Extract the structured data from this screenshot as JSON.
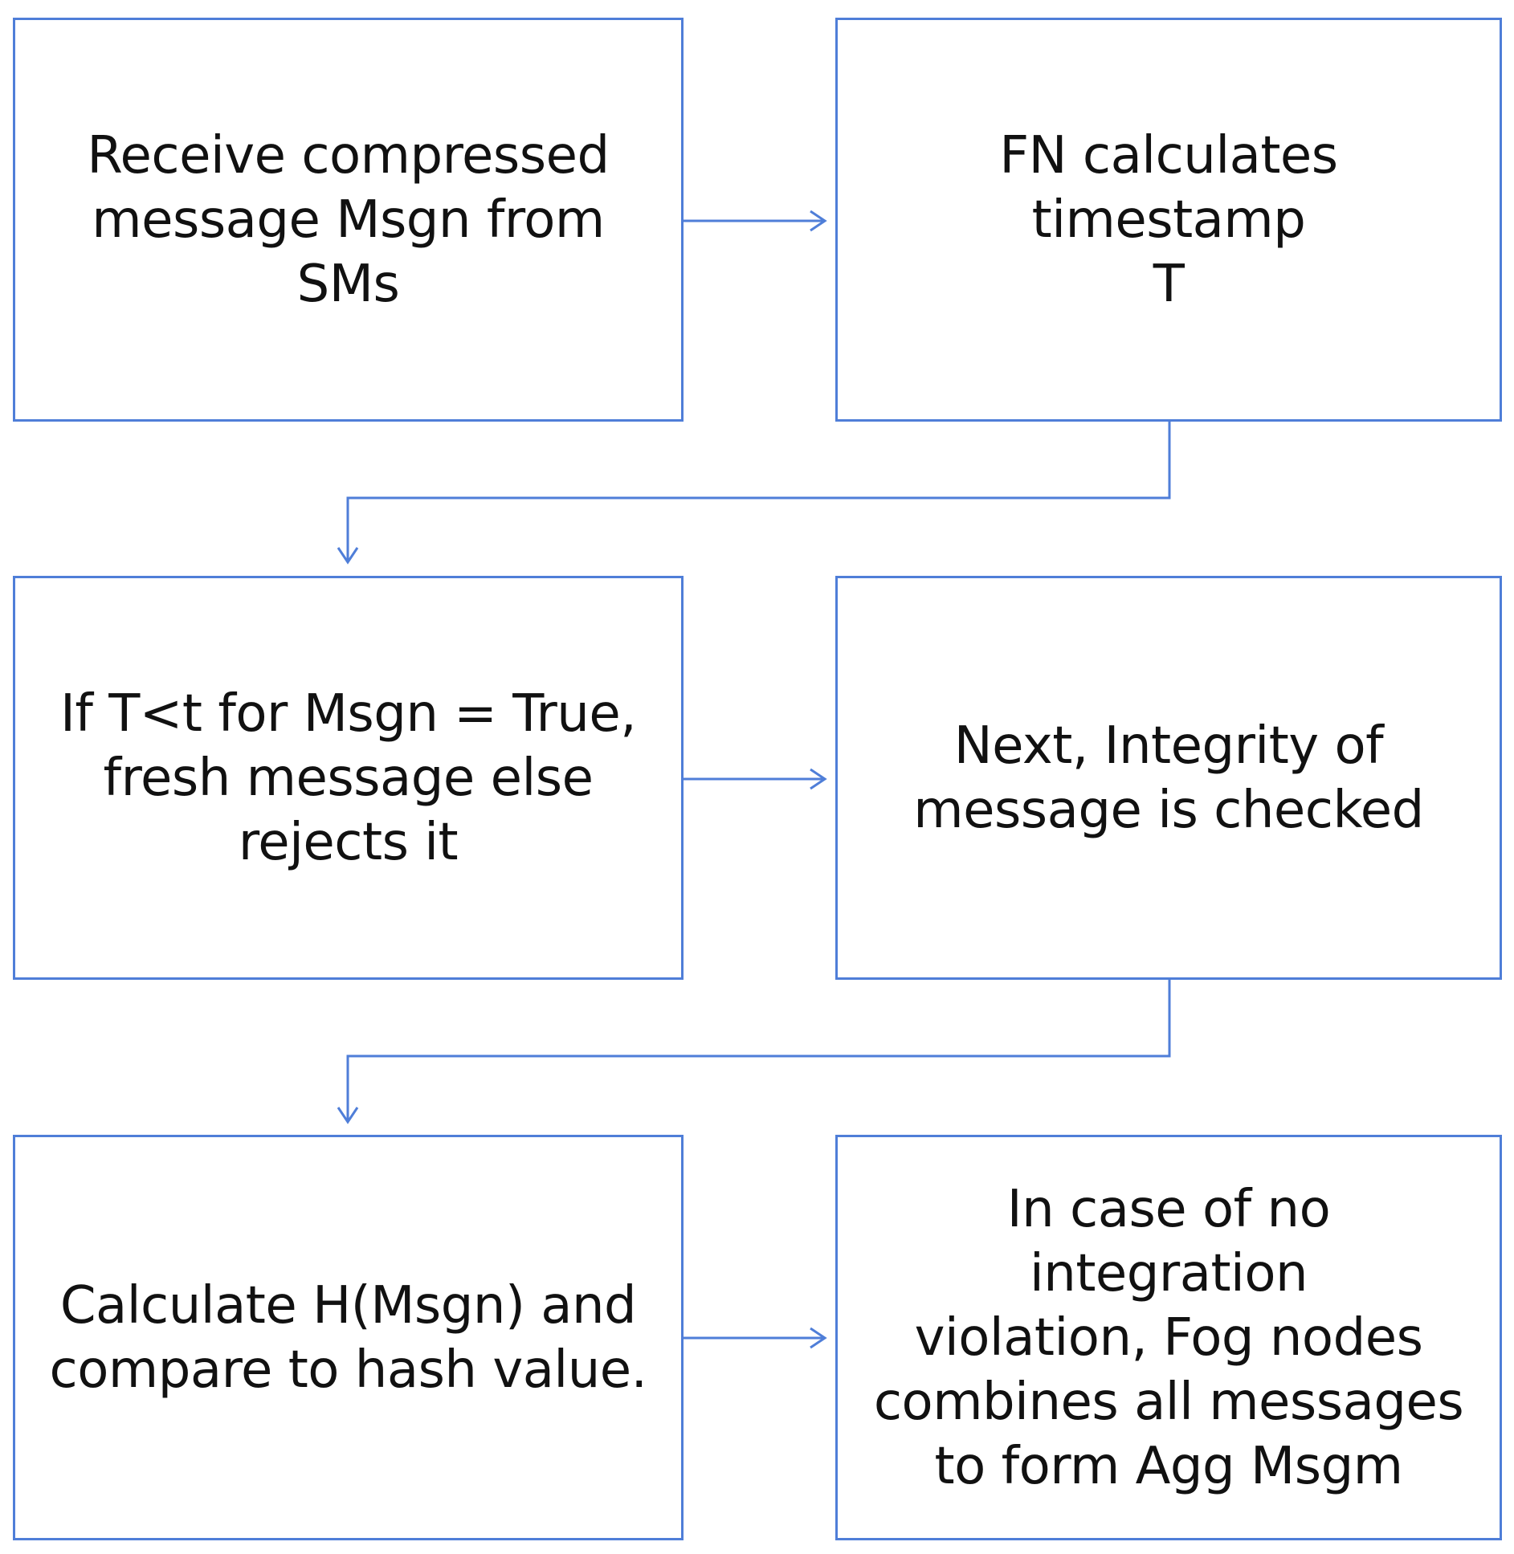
{
  "steps": [
    {
      "id": "receive",
      "text": "Receive compressed\nmessage Msgn from\nSMs"
    },
    {
      "id": "timestamp",
      "text": "FN calculates timestamp\nT"
    },
    {
      "id": "freshness",
      "text": "If T<t for Msgn = True,\nfresh message else\nrejects it"
    },
    {
      "id": "integrity",
      "text": "Next, Integrity of\nmessage is checked"
    },
    {
      "id": "hash",
      "text": "Calculate H(Msgn) and\ncompare to hash value."
    },
    {
      "id": "aggregate",
      "text": "In case of no integration\nviolation, Fog nodes\ncombines all messages\nto form Agg Msgm"
    }
  ],
  "colors": {
    "line": "#4f7ed8",
    "text": "#111111",
    "background": "#ffffff"
  }
}
